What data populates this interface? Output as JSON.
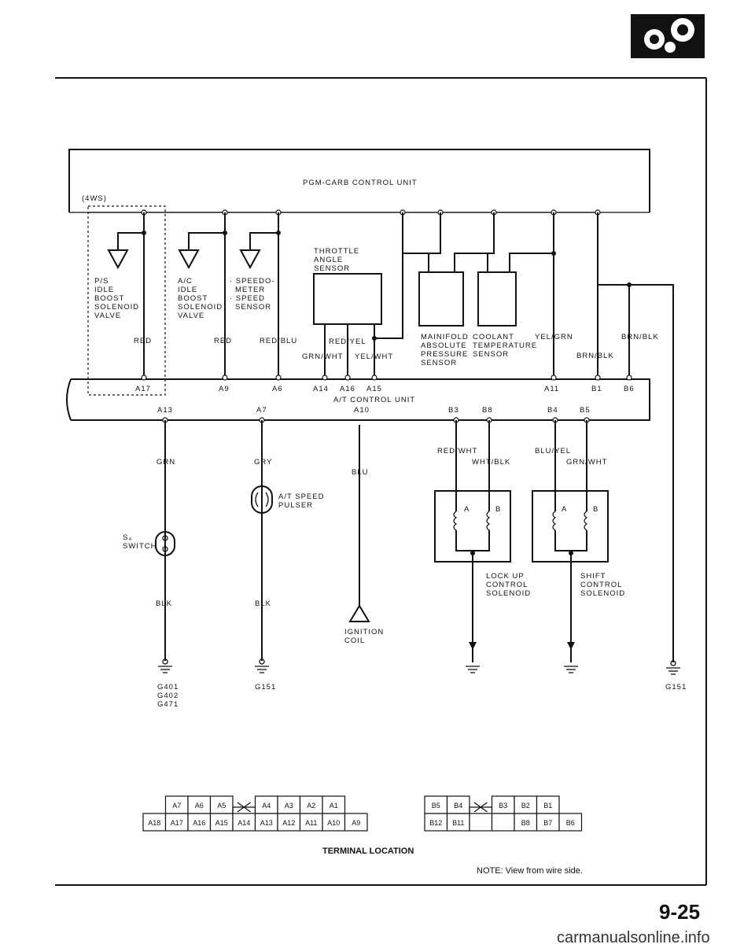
{
  "page_number": "9-25",
  "watermark": "carmanualsonline.info",
  "pgm_unit": "PGM-CARB CONTROL UNIT",
  "at_unit": "A/T CONTROL UNIT",
  "tag_4ws": "(4WS)",
  "components": {
    "ps_valve": [
      "P/S",
      "IDLE",
      "BOOST",
      "SOLENOID",
      "VALVE"
    ],
    "ac_valve": [
      "A/C",
      "IDLE",
      "BOOST",
      "SOLENOID",
      "VALVE"
    ],
    "speed_sensor": [
      "· SPEEDO-",
      "METER",
      "· SPEED",
      "SENSOR"
    ],
    "throttle": [
      "THROTTLE",
      "ANGLE",
      "SENSOR"
    ],
    "map_sensor": [
      "MAINIFOLD",
      "ABSOLUTE",
      "PRESSURE",
      "SENSOR"
    ],
    "coolant": [
      "COOLANT",
      "TEMPERATURE",
      "SENSOR"
    ],
    "s4_switch": [
      "S₄",
      "SWITCH"
    ],
    "pulser": [
      "A/T SPEED",
      "PULSER"
    ],
    "ignition": [
      "IGNITION",
      "COIL"
    ],
    "lockup": [
      "LOCK UP",
      "CONTROL",
      "SOLENOID"
    ],
    "shift": [
      "SHIFT",
      "CONTROL",
      "SOLENOID"
    ]
  },
  "wires": {
    "red1": "RED",
    "red2": "RED",
    "red_blu": "RED/BLU",
    "red_yel": "RED/YEL",
    "grn_wht": "GRN/WHT",
    "yel_wht": "YEL/WHT",
    "yel_grn": "YEL/GRN",
    "brn_blk": "BRN/BLK",
    "brn_blk2": "BRN/BLK",
    "grn": "GRN",
    "gry": "GRY",
    "blu": "BLU",
    "blk1": "BLK",
    "blk2": "BLK",
    "red_wht": "RED/WHT",
    "wht_blk": "WHT/BLK",
    "blu_yel": "BLU/YEL",
    "grn_wht2": "GRN/WHT"
  },
  "pins_top": {
    "a17": "A17",
    "a9": "A9",
    "a6": "A6",
    "a14": "A14",
    "a16": "A16",
    "a15": "A15",
    "a11": "A11",
    "b1": "B1",
    "b6": "B6"
  },
  "pins_bottom": {
    "a13": "A13",
    "a7": "A7",
    "a10": "A10",
    "b3": "B3",
    "b8": "B8",
    "b4": "B4",
    "b5": "B5"
  },
  "coil_pins": {
    "l_a": "A",
    "l_b": "B",
    "r_a": "A",
    "r_b": "B"
  },
  "grounds": {
    "g1": [
      "G401",
      "G402",
      "G471"
    ],
    "g2": [
      "G151"
    ],
    "g3": [
      "G151"
    ]
  },
  "terminal": {
    "title": "TERMINAL LOCATION",
    "note": "NOTE: View from wire side.",
    "a_top": [
      "A7",
      "A6",
      "A5",
      "",
      "A4",
      "A3",
      "A2",
      "A1"
    ],
    "a_bottom": [
      "A18",
      "A17",
      "A16",
      "A15",
      "A14",
      "A13",
      "A12",
      "A11",
      "A10",
      "A9"
    ],
    "b_top": [
      "B5",
      "B4",
      "",
      "B3",
      "B2",
      "B1"
    ],
    "b_bottom": [
      "B12",
      "B11",
      "",
      "",
      "B8",
      "B7",
      "B6"
    ]
  }
}
